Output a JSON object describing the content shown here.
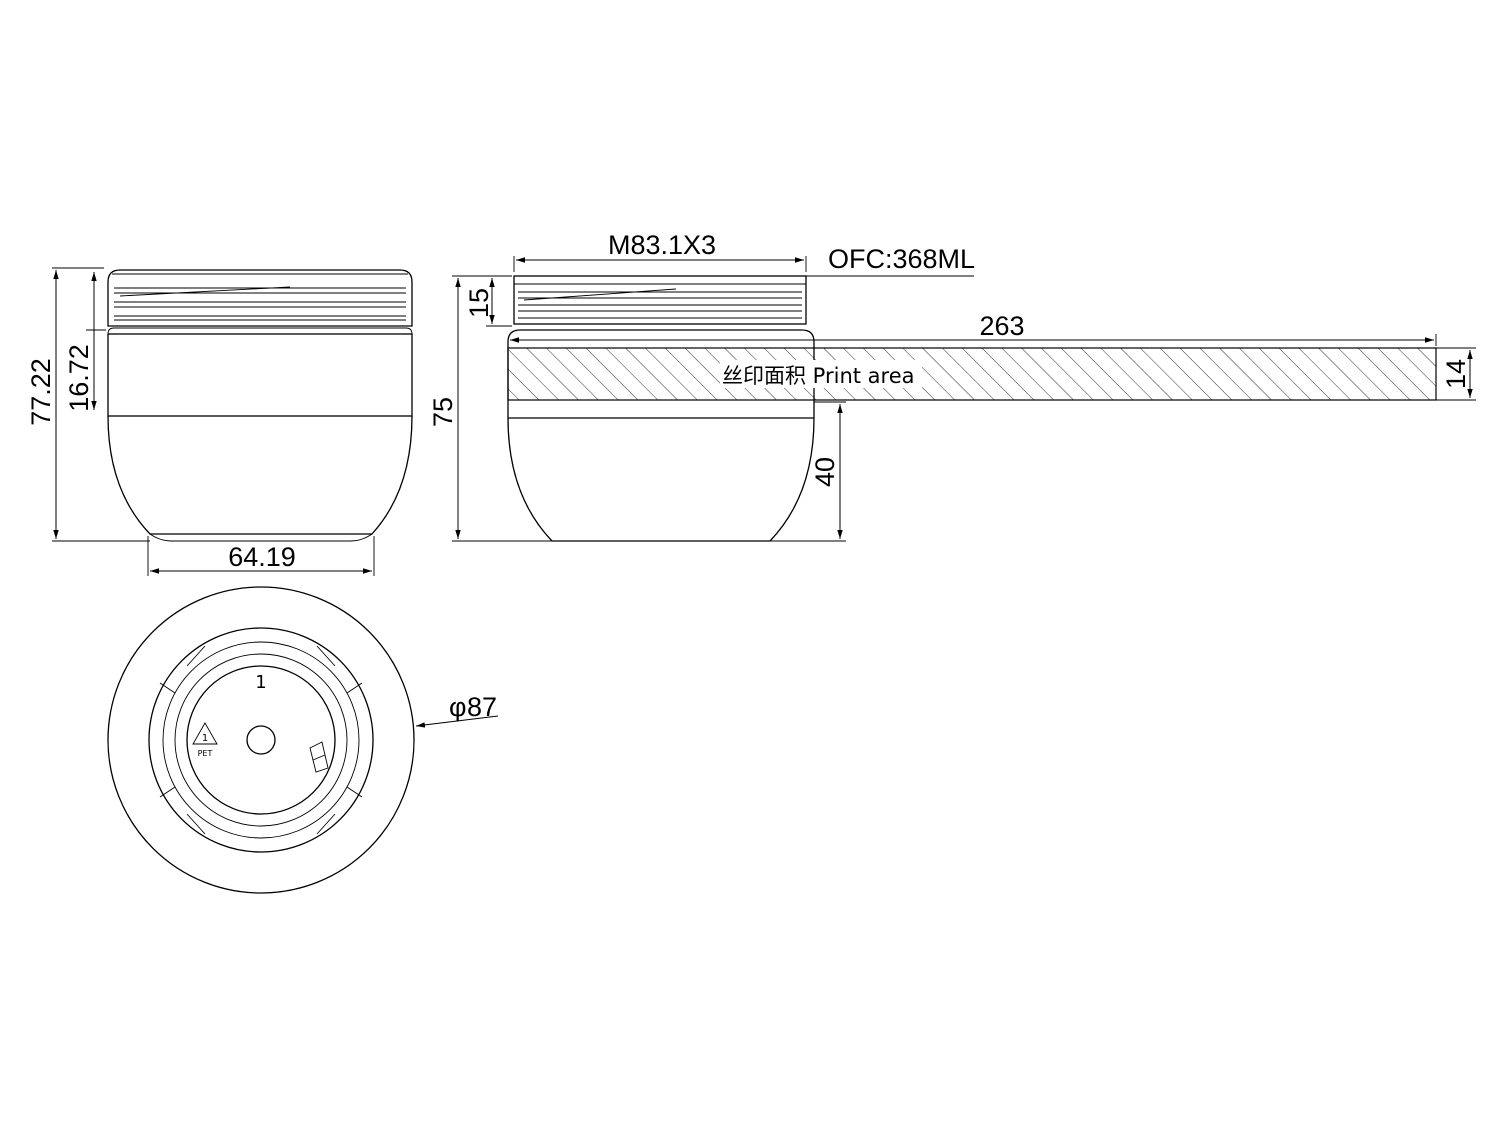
{
  "front_view": {
    "total_height_dim": "77.22",
    "cap_band_height_dim": "16.72",
    "base_width_dim": "64.19"
  },
  "side_view": {
    "thread_spec": "M83.1X3",
    "capacity_label": "OFC:368ML",
    "neck_height_dim": "15",
    "total_height_dim": "75",
    "lower_height_dim": "40",
    "print_area_length_dim": "263",
    "print_area_height_dim": "14",
    "print_area_label": "丝印面积  Print area"
  },
  "bottom_view": {
    "diameter_dim": "87",
    "diameter_symbol": "φ",
    "mold_cavity_number": "1",
    "recycle_symbol_number": "1",
    "recycle_material": "PET"
  }
}
